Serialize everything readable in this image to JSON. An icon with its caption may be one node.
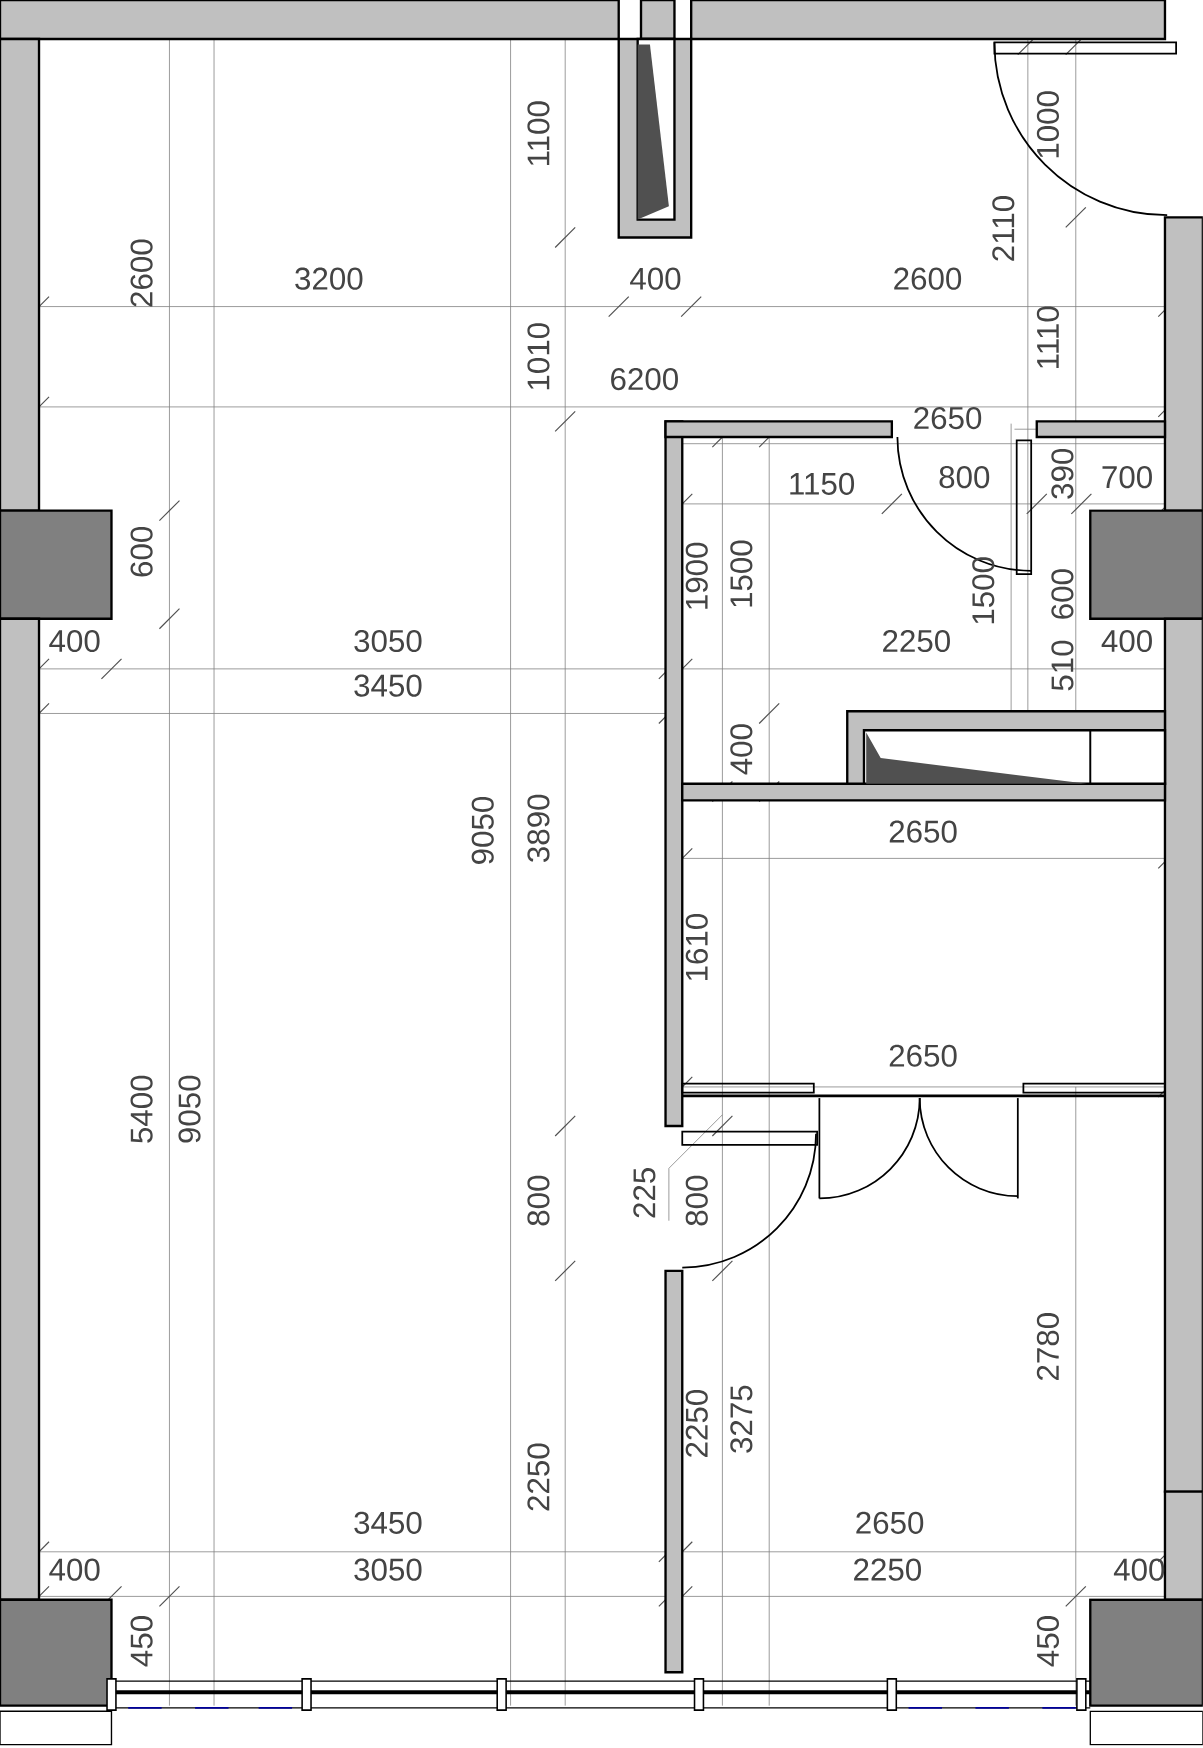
{
  "diagram": {
    "labels": [
      "1100",
      "1000",
      "2110",
      "2600",
      "3200",
      "400",
      "2600",
      "1010",
      "1110",
      "6200",
      "2650",
      "1150",
      "800",
      "390",
      "700",
      "600",
      "1900",
      "1500",
      "1500",
      "600",
      "400",
      "3050",
      "2250",
      "400",
      "510",
      "3450",
      "400",
      "9050",
      "3890",
      "2650",
      "1610",
      "2650",
      "5400",
      "9050",
      "800",
      "225",
      "800",
      "2780",
      "2250",
      "3275",
      "2250",
      "3450",
      "2650",
      "400",
      "3050",
      "2250",
      "400",
      "450",
      "450"
    ]
  }
}
